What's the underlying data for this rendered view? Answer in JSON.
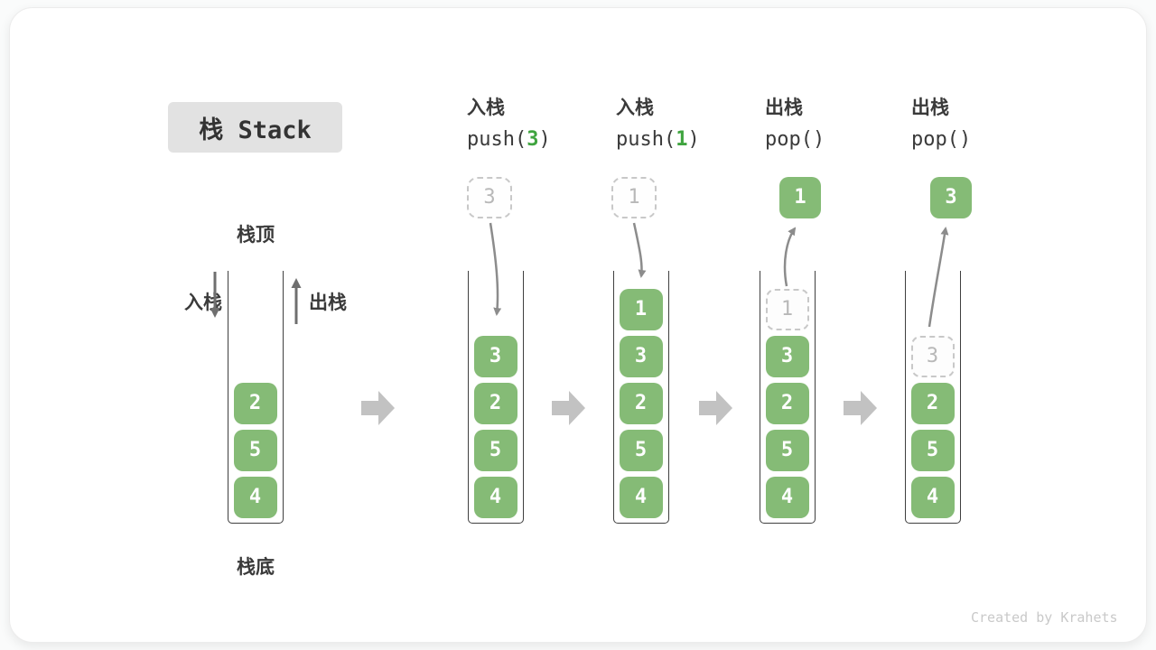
{
  "title": "栈 Stack",
  "labels": {
    "stack_top": "栈顶",
    "stack_bottom": "栈底",
    "push": "入栈",
    "pop": "出栈"
  },
  "watermark": "Created by Krahets",
  "steps": [
    {
      "name": "入栈",
      "code_pre": "push(",
      "arg": "3",
      "code_post": ")"
    },
    {
      "name": "入栈",
      "code_pre": "push(",
      "arg": "1",
      "code_post": ")"
    },
    {
      "name": "出栈",
      "code_pre": "pop(",
      "arg": "",
      "code_post": ")"
    },
    {
      "name": "出栈",
      "code_pre": "pop(",
      "arg": "",
      "code_post": ")"
    }
  ],
  "floating_cells": [
    {
      "value": "3",
      "style": "dashed"
    },
    {
      "value": "1",
      "style": "dashed"
    },
    {
      "value": "1",
      "style": "solid"
    },
    {
      "value": "3",
      "style": "solid"
    }
  ],
  "stacks": [
    {
      "cells": [
        {
          "value": "2"
        },
        {
          "value": "5"
        },
        {
          "value": "4"
        }
      ]
    },
    {
      "cells": [
        {
          "value": "3"
        },
        {
          "value": "2"
        },
        {
          "value": "5"
        },
        {
          "value": "4"
        }
      ]
    },
    {
      "cells": [
        {
          "value": "1"
        },
        {
          "value": "3"
        },
        {
          "value": "2"
        },
        {
          "value": "5"
        },
        {
          "value": "4"
        }
      ]
    },
    {
      "cells": [
        {
          "value": "1",
          "ghost": true
        },
        {
          "value": "3"
        },
        {
          "value": "2"
        },
        {
          "value": "5"
        },
        {
          "value": "4"
        }
      ]
    },
    {
      "cells": [
        {
          "value": "3",
          "ghost": true
        },
        {
          "value": "2"
        },
        {
          "value": "5"
        },
        {
          "value": "4"
        }
      ]
    }
  ],
  "colors": {
    "cell_green": "#85bb76",
    "accent_green": "#3fa43f",
    "wall": "#3f3f3f",
    "curved_arrow": "#8c8c8c",
    "straight_arrow": "#6f6f6f",
    "block_arrow": "#c2c2c2",
    "ghost_border": "#c8c8c8",
    "ghost_text": "#b8b8b8",
    "title_bg": "#e2e2e2",
    "watermark": "#c9c9c9"
  }
}
